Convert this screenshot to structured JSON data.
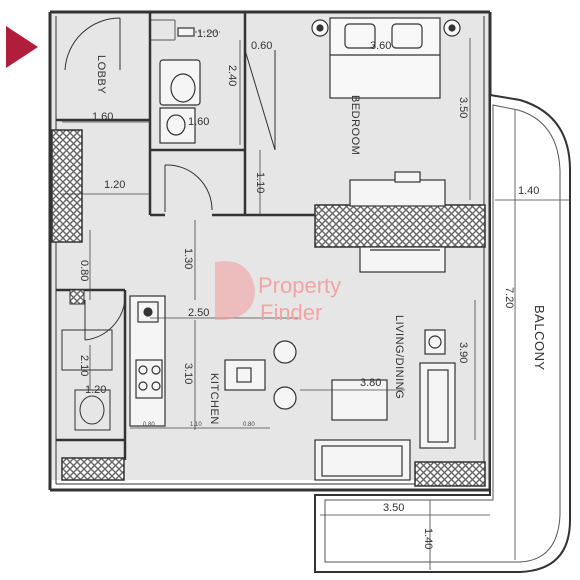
{
  "colors": {
    "wall": "#3a3a3a",
    "floor": "#e6e6e6",
    "hatch": "#777777",
    "accent": "#b01e3c",
    "watermark": "#f2a0a0"
  },
  "rooms": {
    "lobby": "LOBBY",
    "bedroom": "BEDROOM",
    "living_dining": "LIVING/DINING",
    "kitchen": "KITCHEN",
    "balcony": "BALCONY"
  },
  "dimensions": {
    "bath_width": "1.20",
    "bed_offset": "0.60",
    "bed_inner": "3.60",
    "bath_height": "2.40",
    "lobby_width": "1.60",
    "bath_inner": "1.60",
    "bed_depth": "3.50",
    "hall_width": "1.20",
    "wardrobe_depth": "1.10",
    "balcony_width": "1.40",
    "hall_length": "1.30",
    "store_width": "0.80",
    "balcony_length": "7.20",
    "kitchen_width": "2.50",
    "living_depth": "3.90",
    "store_height": "2.10",
    "kitchen_length": "3.10",
    "living_width": "3.80",
    "wc_width": "1.20",
    "k1": "0.80",
    "k2": "1.10",
    "k3": "0.80",
    "bottom_width": "3.50",
    "bottom_balcony": "1.40"
  },
  "watermark": {
    "line1": "Property",
    "line2": "Finder"
  }
}
